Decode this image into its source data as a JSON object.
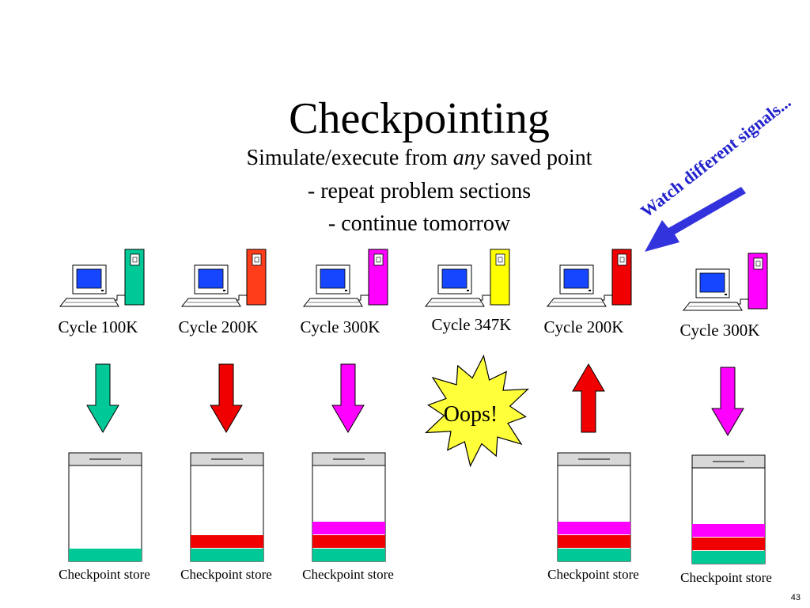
{
  "slide": {
    "title": "Checkpointing",
    "subtitle_line1_before": "Simulate/execute from ",
    "subtitle_line1_emph": "any",
    "subtitle_line1_after": " saved point",
    "subtitle_line2": "- repeat problem sections",
    "subtitle_line3": "- continue tomorrow",
    "annotation": "Watch different signals...",
    "exclamation": "Oops!",
    "page_number": "43"
  },
  "colors": {
    "teal": "#00c896",
    "red": "#f00000",
    "orange_red": "#ff3d1a",
    "magenta": "#ff00ff",
    "yellow": "#ffff00",
    "blue_screen": "#1646ff",
    "annotation_blue": "#2222cc"
  },
  "computers": [
    {
      "label": "Cycle 100K",
      "tower_color": "#00c896",
      "icon": "computer-icon"
    },
    {
      "label": "Cycle 200K",
      "tower_color": "#ff3d1a",
      "icon": "computer-icon"
    },
    {
      "label": "Cycle 300K",
      "tower_color": "#ff00ff",
      "icon": "computer-icon"
    },
    {
      "label": "Cycle 347K",
      "tower_color": "#ffff00",
      "icon": "computer-icon"
    },
    {
      "label": "Cycle 200K",
      "tower_color": "#f00000",
      "icon": "computer-icon"
    },
    {
      "label": "Cycle 300K",
      "tower_color": "#ff00ff",
      "icon": "computer-icon"
    }
  ],
  "arrows": [
    {
      "direction": "down",
      "color": "#00c896"
    },
    {
      "direction": "down",
      "color": "#f00000"
    },
    {
      "direction": "down",
      "color": "#ff00ff"
    },
    {
      "direction": "up",
      "color": "#f00000"
    },
    {
      "direction": "down",
      "color": "#ff00ff"
    }
  ],
  "stores": [
    {
      "label": "Checkpoint store",
      "bands": [
        "#00c896"
      ]
    },
    {
      "label": "Checkpoint store",
      "bands": [
        "#00c896",
        "#f00000"
      ]
    },
    {
      "label": "Checkpoint store",
      "bands": [
        "#00c896",
        "#f00000",
        "#ff00ff"
      ]
    },
    {
      "label": "Checkpoint store",
      "bands": [
        "#00c896",
        "#f00000",
        "#ff00ff"
      ]
    },
    {
      "label": "Checkpoint store",
      "bands": [
        "#00c896",
        "#f00000",
        "#ff00ff"
      ]
    }
  ]
}
